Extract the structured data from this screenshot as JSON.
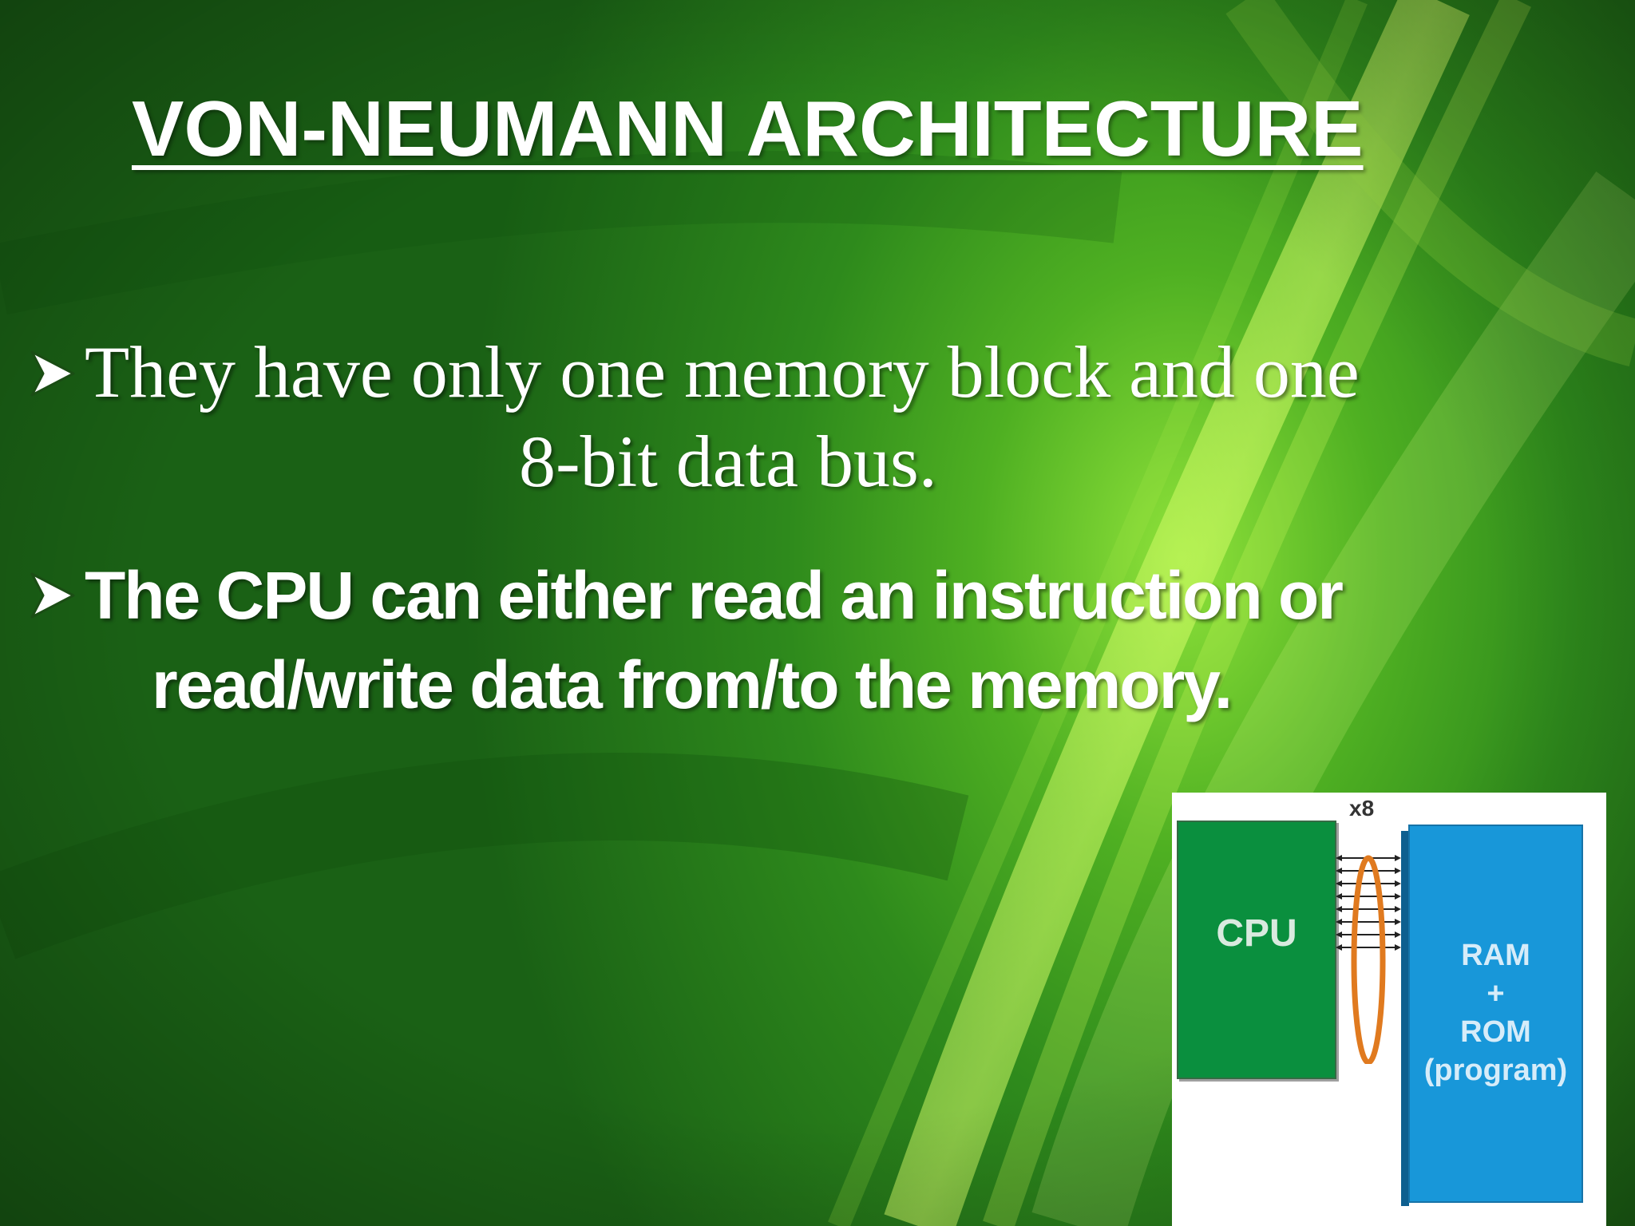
{
  "slide": {
    "title": "VON-NEUMANN ARCHITECTURE",
    "bullets": [
      {
        "line1": "They have only one memory block and one",
        "line2": "8-bit data bus."
      },
      {
        "line1": "The CPU can either read an instruction or",
        "line2": "read/write data from/to the memory."
      }
    ]
  },
  "diagram": {
    "cpu_label": "CPU",
    "bus_label": "x8",
    "memory_label": [
      "RAM",
      "+",
      "ROM",
      "(program)"
    ],
    "bus_lines": 8,
    "colors": {
      "cpu": "#0a8f3e",
      "memory": "#1897d9",
      "bus_ring": "#e07a1f"
    }
  },
  "colors": {
    "background": "#2e8a1c",
    "text": "#ffffff"
  },
  "icons": {
    "bullet_marker": "arrowhead-bullet-icon"
  }
}
